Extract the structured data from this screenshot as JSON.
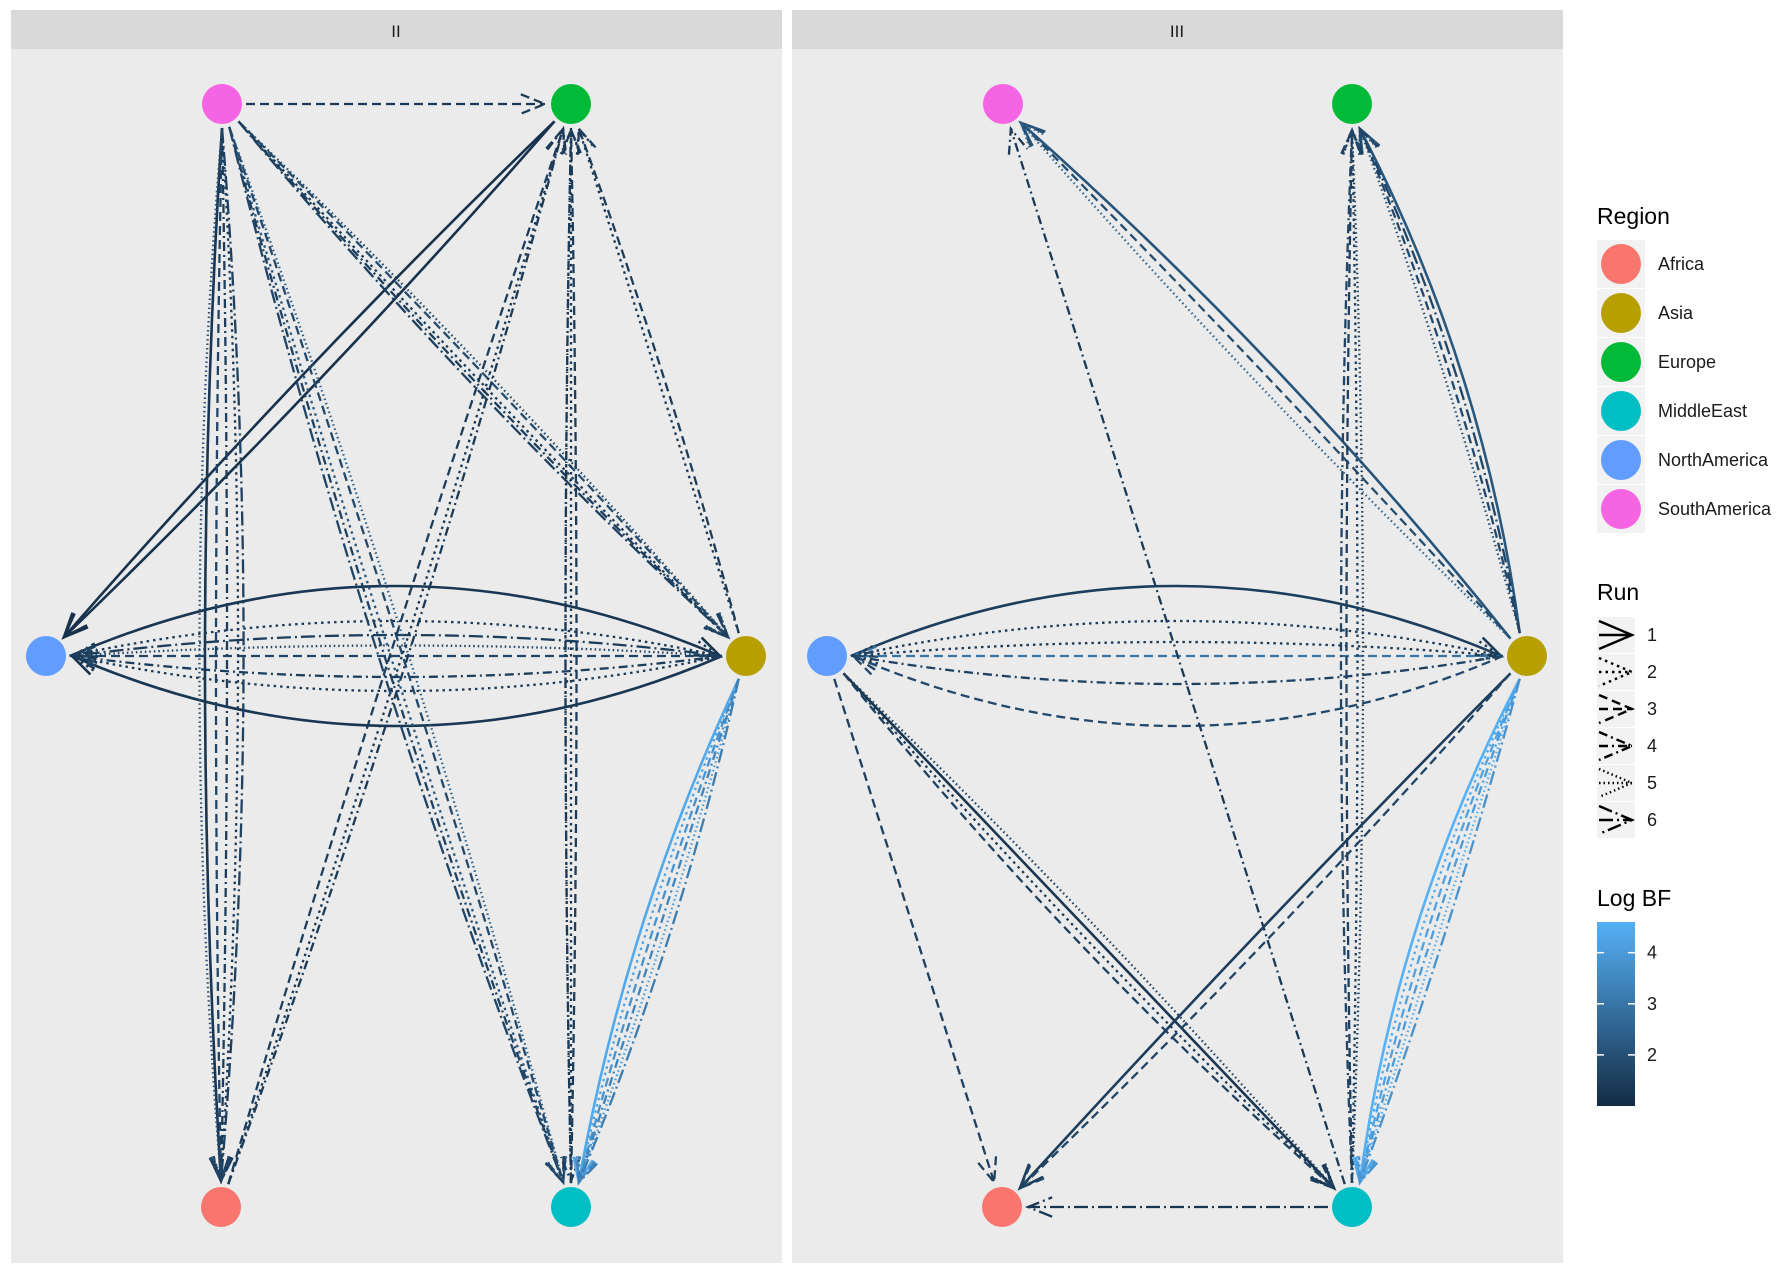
{
  "panels": [
    {
      "label": "II",
      "edges": [
        {
          "from": "SouthAmerica",
          "to": "Europe",
          "run": 3,
          "bf": 1.4,
          "bend": 0
        },
        {
          "from": "Europe",
          "to": "NorthAmerica",
          "run": 1,
          "bf": 1.2,
          "bend": -0.02
        },
        {
          "from": "Europe",
          "to": "NorthAmerica",
          "run": 1,
          "bf": 1.2,
          "bend": 0.02
        },
        {
          "from": "NorthAmerica",
          "to": "Asia",
          "run": 1,
          "bf": 1.3,
          "bend": -0.2
        },
        {
          "from": "Asia",
          "to": "NorthAmerica",
          "run": 1,
          "bf": 1.3,
          "bend": -0.2
        },
        {
          "from": "NorthAmerica",
          "to": "Asia",
          "run": 2,
          "bf": 1.4,
          "bend": -0.1
        },
        {
          "from": "Asia",
          "to": "NorthAmerica",
          "run": 2,
          "bf": 1.4,
          "bend": -0.1
        },
        {
          "from": "Asia",
          "to": "NorthAmerica",
          "run": 3,
          "bf": 1.7,
          "bend": 0
        },
        {
          "from": "Asia",
          "to": "NorthAmerica",
          "run": 4,
          "bf": 1.5,
          "bend": -0.06
        },
        {
          "from": "Asia",
          "to": "NorthAmerica",
          "run": 5,
          "bf": 1.6,
          "bend": 0.03
        },
        {
          "from": "Asia",
          "to": "NorthAmerica",
          "run": 6,
          "bf": 1.5,
          "bend": 0.06
        },
        {
          "from": "SouthAmerica",
          "to": "Africa",
          "run": 1,
          "bf": 1.3,
          "bend": 0.03
        },
        {
          "from": "SouthAmerica",
          "to": "Africa",
          "run": 2,
          "bf": 1.4,
          "bend": -0.03
        },
        {
          "from": "SouthAmerica",
          "to": "Africa",
          "run": 3,
          "bf": 1.7,
          "bend": 0.01
        },
        {
          "from": "SouthAmerica",
          "to": "Africa",
          "run": 4,
          "bf": 1.5,
          "bend": -0.01
        },
        {
          "from": "SouthAmerica",
          "to": "Africa",
          "run": 5,
          "bf": 2.0,
          "bend": 0.04
        },
        {
          "from": "SouthAmerica",
          "to": "Africa",
          "run": 6,
          "bf": 1.6,
          "bend": -0.04
        },
        {
          "from": "SouthAmerica",
          "to": "MiddleEast",
          "run": 2,
          "bf": 2.2,
          "bend": 0.01
        },
        {
          "from": "SouthAmerica",
          "to": "MiddleEast",
          "run": 3,
          "bf": 1.8,
          "bend": -0.01
        },
        {
          "from": "SouthAmerica",
          "to": "MiddleEast",
          "run": 4,
          "bf": 1.6,
          "bend": 0.02
        },
        {
          "from": "SouthAmerica",
          "to": "MiddleEast",
          "run": 5,
          "bf": 2.4,
          "bend": -0.02
        },
        {
          "from": "SouthAmerica",
          "to": "MiddleEast",
          "run": 6,
          "bf": 1.7,
          "bend": 0.03
        },
        {
          "from": "SouthAmerica",
          "to": "Asia",
          "run": 2,
          "bf": 1.4,
          "bend": 0.01
        },
        {
          "from": "SouthAmerica",
          "to": "Asia",
          "run": 3,
          "bf": 1.9,
          "bend": -0.01
        },
        {
          "from": "SouthAmerica",
          "to": "Asia",
          "run": 4,
          "bf": 1.5,
          "bend": 0.02
        },
        {
          "from": "SouthAmerica",
          "to": "Asia",
          "run": 5,
          "bf": 1.7,
          "bend": -0.02
        },
        {
          "from": "SouthAmerica",
          "to": "Asia",
          "run": 6,
          "bf": 1.6,
          "bend": 0.03
        },
        {
          "from": "Asia",
          "to": "Europe",
          "run": 2,
          "bf": 1.4,
          "bend": 0
        },
        {
          "from": "Asia",
          "to": "Europe",
          "run": 3,
          "bf": 1.5,
          "bend": 0.02
        },
        {
          "from": "Africa",
          "to": "Europe",
          "run": 2,
          "bf": 1.3,
          "bend": 0.01
        },
        {
          "from": "Africa",
          "to": "Europe",
          "run": 3,
          "bf": 1.5,
          "bend": -0.01
        },
        {
          "from": "Africa",
          "to": "Europe",
          "run": 4,
          "bf": 1.4,
          "bend": 0.02
        },
        {
          "from": "MiddleEast",
          "to": "Europe",
          "run": 2,
          "bf": 1.3,
          "bend": 0
        },
        {
          "from": "MiddleEast",
          "to": "Europe",
          "run": 3,
          "bf": 1.5,
          "bend": 0.01
        },
        {
          "from": "MiddleEast",
          "to": "Europe",
          "run": 5,
          "bf": 1.4,
          "bend": -0.01
        },
        {
          "from": "Europe",
          "to": "MiddleEast",
          "run": 4,
          "bf": 1.4,
          "bend": 0.01
        },
        {
          "from": "Asia",
          "to": "MiddleEast",
          "run": 1,
          "bf": 4.4,
          "bend": 0.06
        },
        {
          "from": "Asia",
          "to": "MiddleEast",
          "run": 2,
          "bf": 4.2,
          "bend": 0.04
        },
        {
          "from": "Asia",
          "to": "MiddleEast",
          "run": 3,
          "bf": 3.8,
          "bend": 0.02
        },
        {
          "from": "Asia",
          "to": "MiddleEast",
          "run": 4,
          "bf": 3.4,
          "bend": 0
        },
        {
          "from": "Asia",
          "to": "MiddleEast",
          "run": 5,
          "bf": 4.0,
          "bend": -0.02
        },
        {
          "from": "Asia",
          "to": "MiddleEast",
          "run": 6,
          "bf": 3.2,
          "bend": -0.04
        }
      ]
    },
    {
      "label": "III",
      "edges": [
        {
          "from": "NorthAmerica",
          "to": "Asia",
          "run": 1,
          "bf": 1.5,
          "bend": -0.2
        },
        {
          "from": "NorthAmerica",
          "to": "Asia",
          "run": 2,
          "bf": 1.4,
          "bend": -0.1
        },
        {
          "from": "Asia",
          "to": "NorthAmerica",
          "run": 3,
          "bf": 3.0,
          "bend": 0
        },
        {
          "from": "Asia",
          "to": "NorthAmerica",
          "run": 2,
          "bf": 1.4,
          "bend": 0.04
        },
        {
          "from": "Asia",
          "to": "NorthAmerica",
          "run": 4,
          "bf": 1.6,
          "bend": -0.08
        },
        {
          "from": "Asia",
          "to": "NorthAmerica",
          "run": 3,
          "bf": 1.8,
          "bend": -0.2
        },
        {
          "from": "Asia",
          "to": "SouthAmerica",
          "run": 1,
          "bf": 2.1,
          "bend": 0.04
        },
        {
          "from": "Asia",
          "to": "SouthAmerica",
          "run": 3,
          "bf": 1.9,
          "bend": 0.01
        },
        {
          "from": "Asia",
          "to": "SouthAmerica",
          "run": 5,
          "bf": 2.6,
          "bend": -0.02
        },
        {
          "from": "MiddleEast",
          "to": "SouthAmerica",
          "run": 4,
          "bf": 1.4,
          "bend": 0
        },
        {
          "from": "Asia",
          "to": "Europe",
          "run": 1,
          "bf": 2.2,
          "bend": 0.08
        },
        {
          "from": "Asia",
          "to": "Europe",
          "run": 3,
          "bf": 1.8,
          "bend": 0.04
        },
        {
          "from": "Asia",
          "to": "Europe",
          "run": 5,
          "bf": 2.0,
          "bend": 0.02
        },
        {
          "from": "Asia",
          "to": "Europe",
          "run": 6,
          "bf": 1.7,
          "bend": 0.06
        },
        {
          "from": "MiddleEast",
          "to": "Europe",
          "run": 2,
          "bf": 1.5,
          "bend": 0.01
        },
        {
          "from": "MiddleEast",
          "to": "Europe",
          "run": 3,
          "bf": 1.6,
          "bend": -0.01
        },
        {
          "from": "MiddleEast",
          "to": "Europe",
          "run": 5,
          "bf": 1.4,
          "bend": 0.02
        },
        {
          "from": "MiddleEast",
          "to": "Europe",
          "run": 4,
          "bf": 1.7,
          "bend": -0.02
        },
        {
          "from": "NorthAmerica",
          "to": "MiddleEast",
          "run": 1,
          "bf": 1.3,
          "bend": 0
        },
        {
          "from": "NorthAmerica",
          "to": "MiddleEast",
          "run": 2,
          "bf": 1.4,
          "bend": 0.02
        },
        {
          "from": "NorthAmerica",
          "to": "MiddleEast",
          "run": 3,
          "bf": 1.6,
          "bend": 0.04
        },
        {
          "from": "NorthAmerica",
          "to": "MiddleEast",
          "run": 5,
          "bf": 1.5,
          "bend": -0.02
        },
        {
          "from": "NorthAmerica",
          "to": "Africa",
          "run": 3,
          "bf": 1.6,
          "bend": 0
        },
        {
          "from": "Asia",
          "to": "Africa",
          "run": 1,
          "bf": 1.5,
          "bend": 0.01
        },
        {
          "from": "Asia",
          "to": "Africa",
          "run": 3,
          "bf": 1.7,
          "bend": -0.02
        },
        {
          "from": "MiddleEast",
          "to": "Africa",
          "run": 6,
          "bf": 1.3,
          "bend": 0
        },
        {
          "from": "Asia",
          "to": "MiddleEast",
          "run": 1,
          "bf": 4.6,
          "bend": 0.08
        },
        {
          "from": "Asia",
          "to": "MiddleEast",
          "run": 2,
          "bf": 4.4,
          "bend": 0.06
        },
        {
          "from": "Asia",
          "to": "MiddleEast",
          "run": 3,
          "bf": 4.2,
          "bend": 0.04
        },
        {
          "from": "Asia",
          "to": "MiddleEast",
          "run": 4,
          "bf": 4.0,
          "bend": 0.02
        },
        {
          "from": "Asia",
          "to": "MiddleEast",
          "run": 5,
          "bf": 4.5,
          "bend": 0
        },
        {
          "from": "Asia",
          "to": "MiddleEast",
          "run": 6,
          "bf": 3.8,
          "bend": -0.02
        }
      ]
    }
  ],
  "legend": {
    "region": {
      "title": "Region",
      "items": [
        {
          "label": "Africa",
          "color": "#F8766D"
        },
        {
          "label": "Asia",
          "color": "#B79F00"
        },
        {
          "label": "Europe",
          "color": "#00BA38"
        },
        {
          "label": "MiddleEast",
          "color": "#00BFC4"
        },
        {
          "label": "NorthAmerica",
          "color": "#619CFF"
        },
        {
          "label": "SouthAmerica",
          "color": "#F564E3"
        }
      ]
    },
    "run": {
      "title": "Run",
      "items": [
        {
          "label": "1",
          "dash": "solid"
        },
        {
          "label": "2",
          "dash": "dotted"
        },
        {
          "label": "3",
          "dash": "dashed"
        },
        {
          "label": "4",
          "dash": "dotdash"
        },
        {
          "label": "5",
          "dash": "dotted-fine"
        },
        {
          "label": "6",
          "dash": "twodash"
        }
      ]
    },
    "logbf": {
      "title": "Log BF",
      "ticks": [
        "2",
        "3",
        "4"
      ],
      "low_color": "#132B43",
      "high_color": "#56B1F7"
    }
  },
  "style": {
    "panel_bg": "#EBEBEB",
    "strip_bg": "#D9D9D9"
  }
}
